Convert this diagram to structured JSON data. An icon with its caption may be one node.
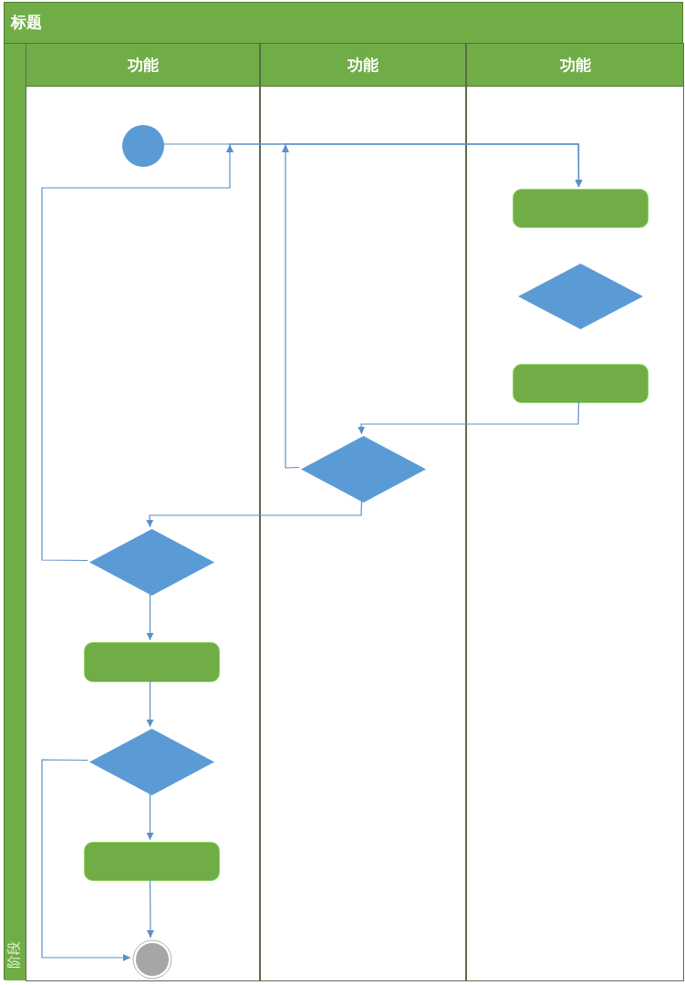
{
  "diagram": {
    "nodes": [
      {
        "text": [
          "标题"
        ]
      },
      {
        "text": [
          "阶段"
        ],
        "in": 0
      },
      {
        "text": [
          "功能"
        ],
        "in": 1
      },
      {
        "text": [
          "功能"
        ],
        "in": 1
      },
      {
        "text": [
          "功能"
        ],
        "in": 1
      },
      {
        "text": [],
        "shape": "circle",
        "in": 2
      },
      {
        "text": [],
        "shape": "box",
        "in": 4
      },
      {
        "text": [],
        "shape": "diamond",
        "in": 4
      },
      {
        "text": [],
        "shape": "box",
        "in": 4
      },
      {
        "text": [],
        "shape": "diamond",
        "in": 3
      },
      {
        "text": [],
        "shape": "diamond",
        "in": 2
      },
      {
        "text": [],
        "shape": "box",
        "in": 2
      },
      {
        "text": [],
        "shape": "diamond",
        "in": 2
      },
      {
        "text": [],
        "shape": "box",
        "in": 2
      },
      {
        "text": [],
        "shape": "circle",
        "in": 2
      }
    ],
    "edges": [
      {
        "from": 5,
        "to": 6,
        "arrow": "to"
      },
      {
        "from": 8,
        "to": 9,
        "arrow": "to"
      },
      {
        "from": 9,
        "to": 6,
        "arrow": "to"
      },
      {
        "from": 9,
        "to": 10,
        "arrow": "to"
      },
      {
        "from": 10,
        "to": 6,
        "arrow": "to"
      },
      {
        "from": 10,
        "to": 11,
        "arrow": "to"
      },
      {
        "from": 11,
        "to": 12,
        "arrow": "to"
      },
      {
        "from": 12,
        "to": 13,
        "arrow": "to"
      },
      {
        "from": 13,
        "to": 14,
        "arrow": "to"
      },
      {
        "from": 12,
        "to": 14,
        "arrow": "to"
      }
    ]
  }
}
